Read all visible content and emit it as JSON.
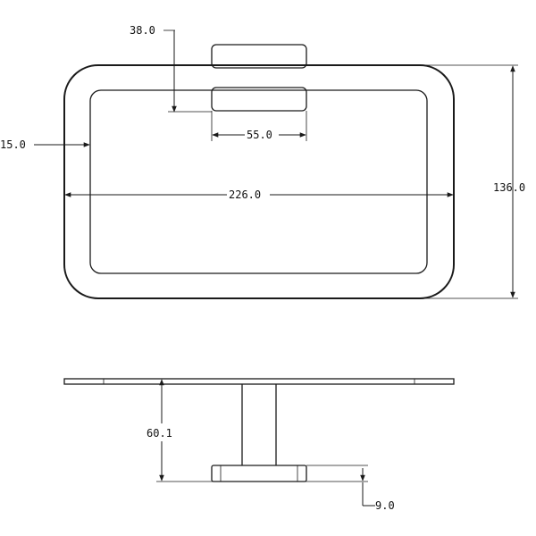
{
  "drawing": {
    "dimensions": {
      "mount_height": "38.0",
      "mount_width": "55.0",
      "frame_thickness": "15.0",
      "overall_width": "226.0",
      "overall_height": "136.0",
      "projection": "60.1",
      "base_thickness": "9.0"
    }
  }
}
